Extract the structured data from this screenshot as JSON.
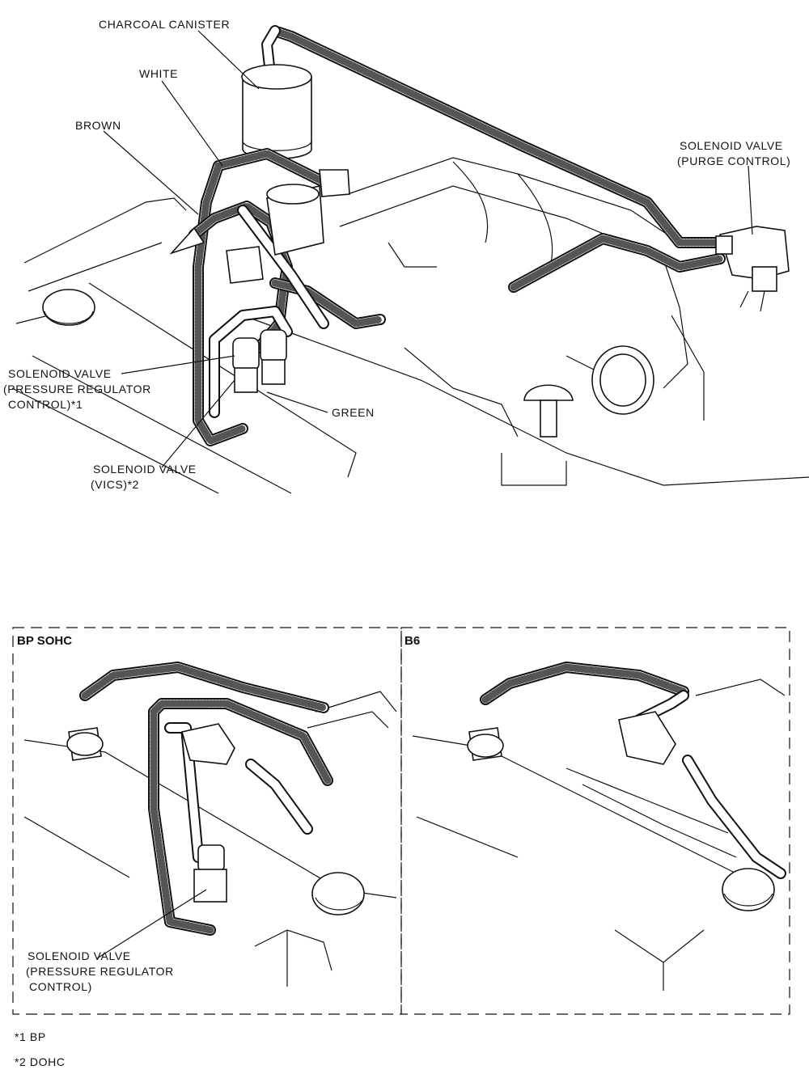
{
  "main_labels": {
    "charcoal_canister": "CHARCOAL CANISTER",
    "white": "WHITE",
    "brown": "BROWN",
    "solenoid_purge_l1": "SOLENOID VALVE",
    "solenoid_purge_l2": "(PURGE CONTROL)",
    "solenoid_prc_l1": "SOLENOID VALVE",
    "solenoid_prc_l2": "(PRESSURE REGULATOR",
    "solenoid_prc_l3": "CONTROL)*1",
    "green": "GREEN",
    "solenoid_vics_l1": "SOLENOID VALVE",
    "solenoid_vics_l2": "(VICS)*2"
  },
  "panels": {
    "left_title": "BP SOHC",
    "right_title": "B6",
    "left_label_l1": "SOLENOID VALVE",
    "left_label_l2": "(PRESSURE REGULATOR",
    "left_label_l3": "CONTROL)"
  },
  "footnotes": {
    "note1": "*1 BP",
    "note2": "*2 DOHC"
  }
}
